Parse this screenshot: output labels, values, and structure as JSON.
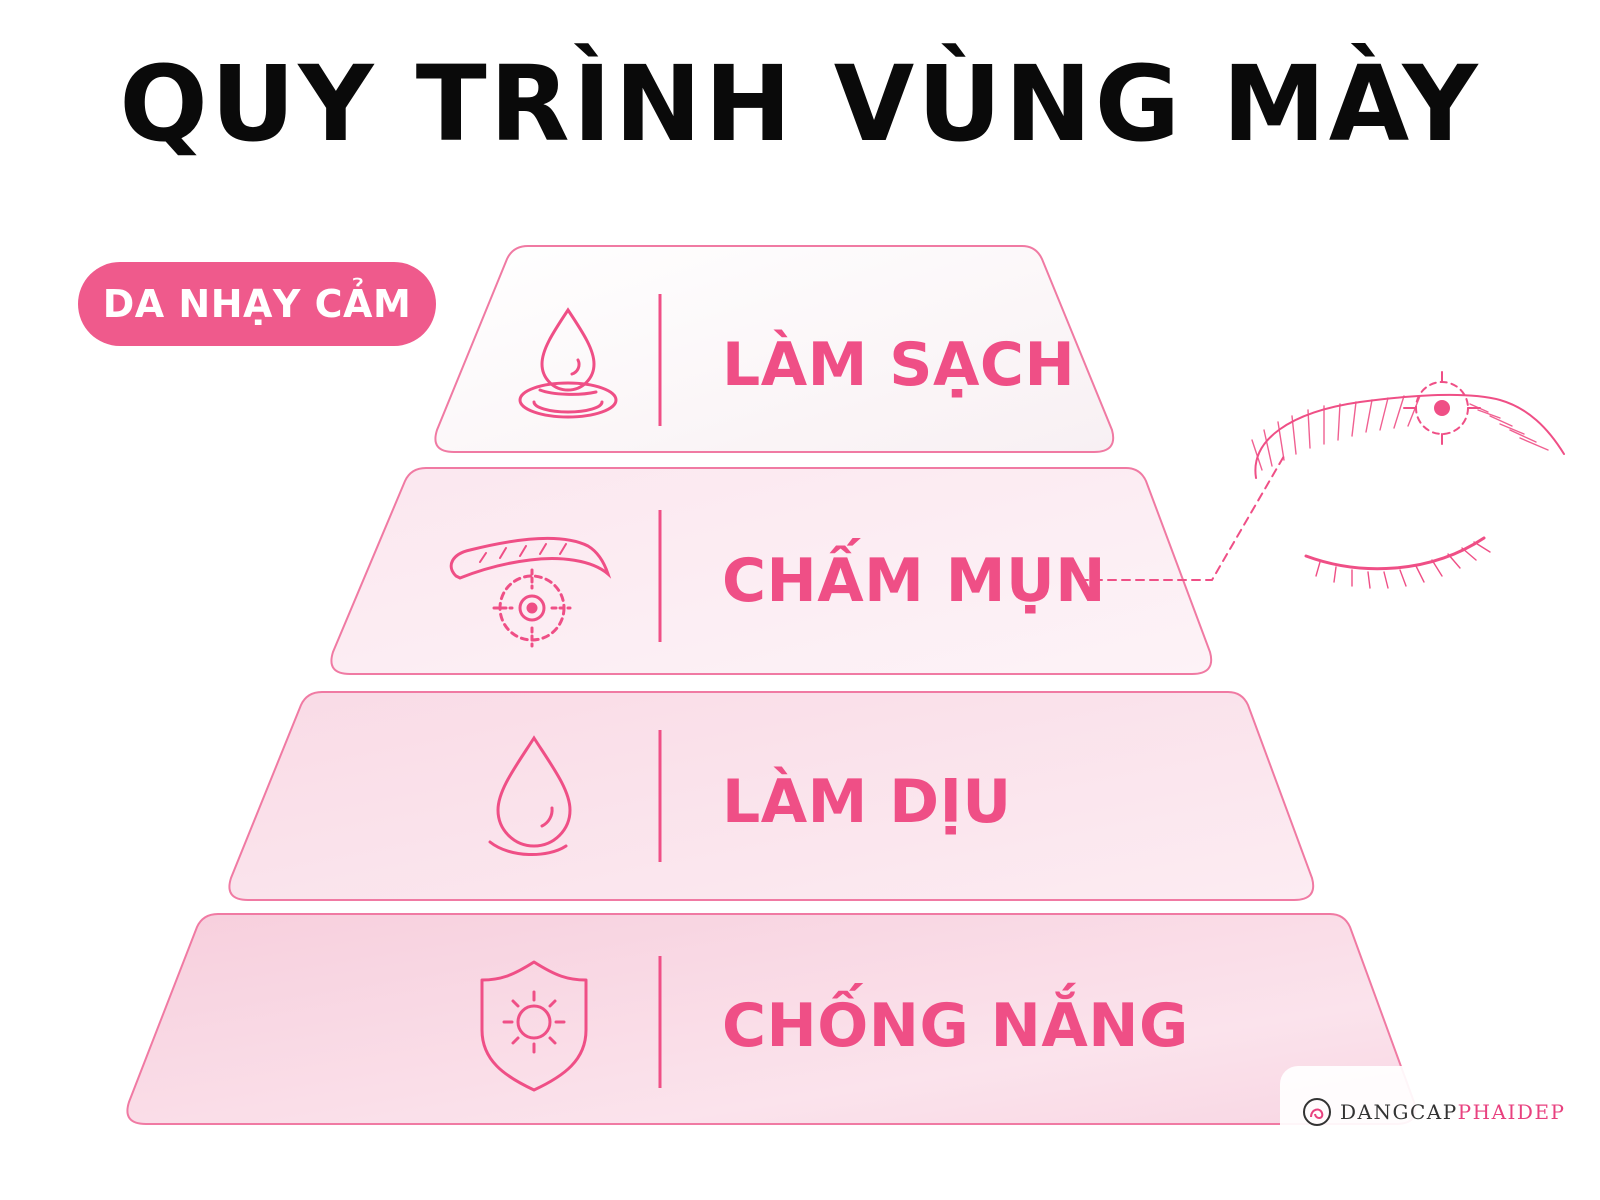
{
  "title": "QUY TRÌNH VÙNG MÀY",
  "badge": "DA NHẠY CẢM",
  "tiers": [
    {
      "label": "LÀM SẠCH",
      "icon": "water-drop-ripple-icon"
    },
    {
      "label": "CHẤM MỤN",
      "icon": "brow-target-icon"
    },
    {
      "label": "LÀM DỊU",
      "icon": "soothing-drop-icon"
    },
    {
      "label": "CHỐNG NẮNG",
      "icon": "sun-shield-icon"
    }
  ],
  "illustration": "eyebrow-eye-target-illustration",
  "colors": {
    "accent": "#ef4f86",
    "badge": "#ef5a8c",
    "title": "#0a0a0a"
  },
  "brand": {
    "name_part1": "DANGCAP",
    "name_part2": "PHAIDEP"
  }
}
